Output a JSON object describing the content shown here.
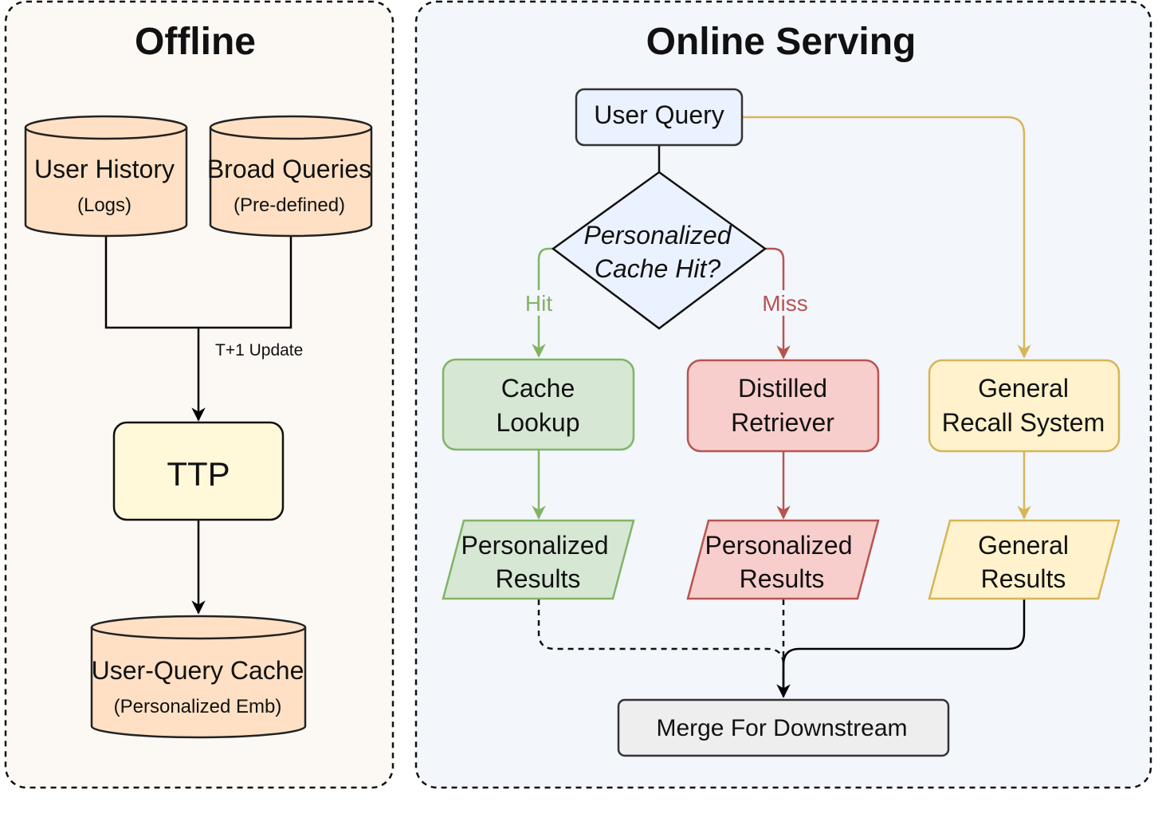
{
  "offline": {
    "title": "Offline",
    "user_history": {
      "label": "User History",
      "sub": "(Logs)"
    },
    "broad_queries": {
      "label": "Broad Queries",
      "sub": "(Pre-defined)"
    },
    "update_label": "T+1 Update",
    "ttp": {
      "label": "TTP"
    },
    "cache_db": {
      "label": "User-Query Cache",
      "sub": "(Personalized Emb)"
    }
  },
  "online": {
    "title": "Online Serving",
    "user_query": {
      "label": "User Query"
    },
    "decision": {
      "line1": "Personalized",
      "line2": "Cache Hit?"
    },
    "hit_label": "Hit",
    "miss_label": "Miss",
    "cache_lookup": {
      "line1": "Cache",
      "line2": "Lookup"
    },
    "distilled_retriever": {
      "line1": "Distilled",
      "line2": "Retriever"
    },
    "general_recall": {
      "line1": "General",
      "line2": "Recall System"
    },
    "personalized_results_1": {
      "line1": "Personalized",
      "line2": "Results"
    },
    "personalized_results_2": {
      "line1": "Personalized",
      "line2": "Results"
    },
    "general_results": {
      "line1": "General",
      "line2": "Results"
    },
    "merge": {
      "label": "Merge For Downstream"
    }
  },
  "colors": {
    "offline_bg": "#fcf8f3",
    "online_bg": "#f3f6fb",
    "db_fill": "#ffe0c4",
    "ttp_fill": "#fff9d9",
    "query_fill": "#ebf2ff",
    "green_fill": "#d6e8d4",
    "green_stroke": "#82b366",
    "red_fill": "#f8cecc",
    "red_stroke": "#b85450",
    "yellow_fill": "#fff2cc",
    "yellow_stroke": "#d6b656",
    "merge_fill": "#eeeeee"
  }
}
